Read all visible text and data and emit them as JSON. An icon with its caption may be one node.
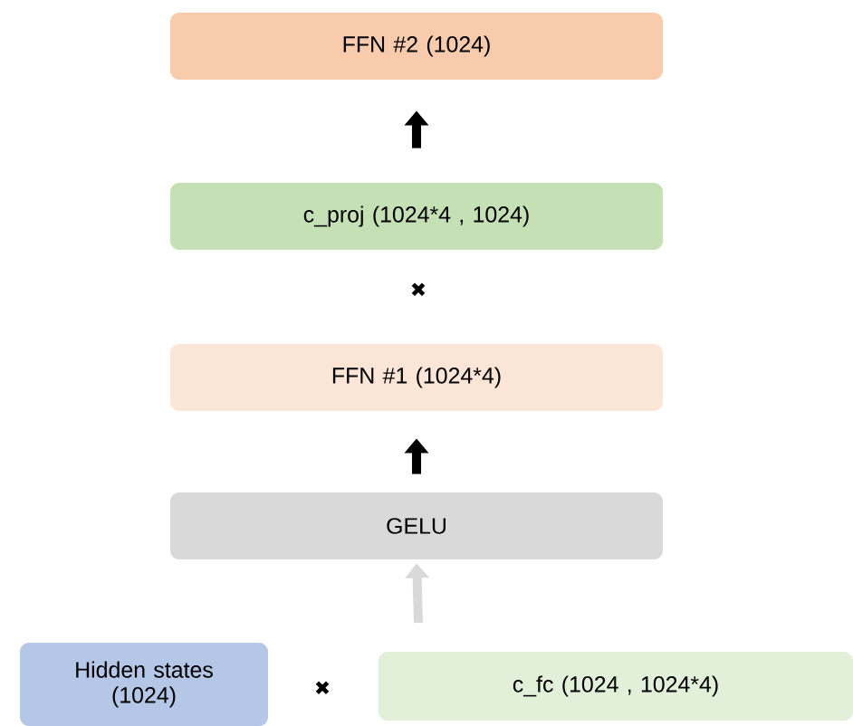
{
  "diagram": {
    "nodes": [
      {
        "text": [
          "FFN #2 (1024)"
        ]
      },
      {
        "text": [
          "c_proj (1024*4 , 1024)"
        ]
      },
      {
        "text": [
          "FFN #1 (1024*4)"
        ]
      },
      {
        "text": [
          "GELU"
        ]
      },
      {
        "text": [
          "Hidden states (1024)"
        ]
      },
      {
        "text": [
          "c_fc (1024 , 1024*4)"
        ]
      }
    ],
    "edges": [
      {
        "from": 1,
        "to": 0,
        "arrow": "to"
      },
      {
        "from": 3,
        "to": 2,
        "arrow": "to"
      },
      {
        "from": null,
        "to": 3,
        "arrow": "to",
        "color": "#d9d9d9"
      }
    ],
    "labels": [
      "✖",
      "✖"
    ]
  }
}
